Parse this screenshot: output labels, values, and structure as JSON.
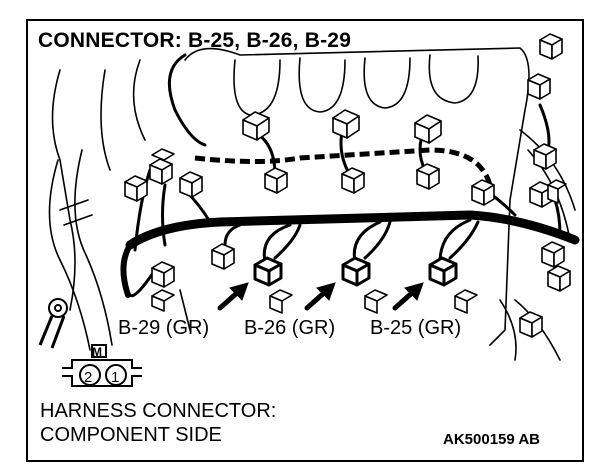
{
  "title": "CONNECTOR: B-25, B-26, B-29",
  "connector_labels": {
    "b29": "B-29 (GR)",
    "b26": "B-26 (GR)",
    "b25": "B-25 (GR)"
  },
  "pin_diagram": {
    "key_mark": "M",
    "pins": [
      "2",
      "1"
    ]
  },
  "footer": {
    "line1": "HARNESS CONNECTOR:",
    "line2": "COMPONENT SIDE"
  },
  "figure_code": "AK500159 AB",
  "colors": {
    "line": "#000000",
    "background": "#ffffff"
  }
}
